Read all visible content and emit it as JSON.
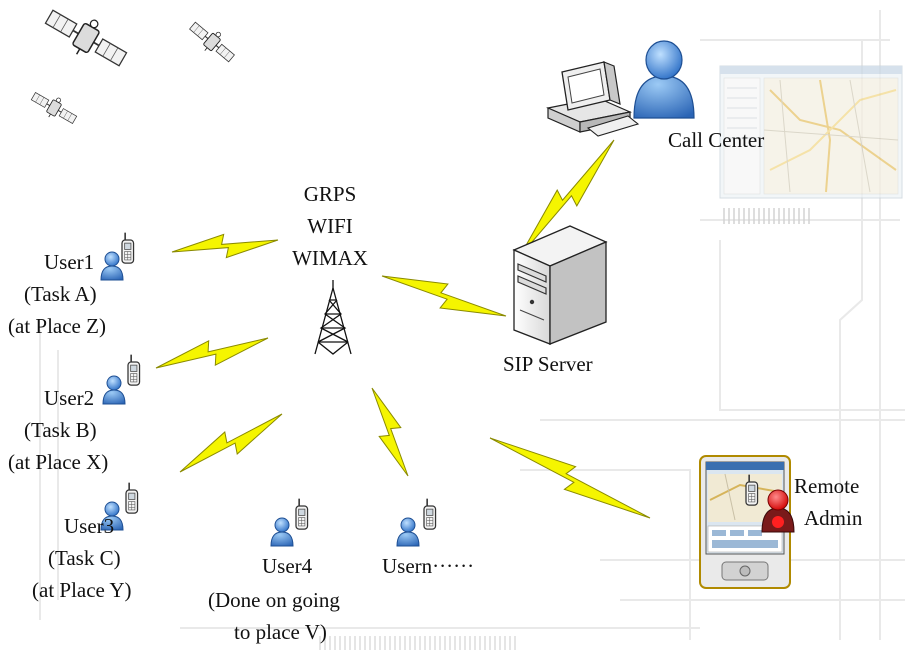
{
  "network": {
    "line1": "GRPS",
    "line2": "WIFI",
    "line3": "WIMAX"
  },
  "call_center": {
    "label": "Call Center"
  },
  "sip_server": {
    "label": "SIP Server"
  },
  "remote_admin": {
    "line1": "Remote",
    "line2": "Admin"
  },
  "users": [
    {
      "name": "User1",
      "task": "(Task A)",
      "place": "(at Place Z)"
    },
    {
      "name": "User2",
      "task": "(Task B)",
      "place": "(at Place X)"
    },
    {
      "name": "User3",
      "task": "(Task C)",
      "place": "(at Place Y)"
    },
    {
      "name": "User4",
      "line2": "(Done on going",
      "line3": "to place V)"
    },
    {
      "name": "Usern······"
    }
  ],
  "colors": {
    "lightning": "#f5f500",
    "lightning_stroke": "#8a8a00",
    "person_blue": "#3f7fd0",
    "admin_red": "#e01616",
    "admin_body": "#7a1a1a",
    "background_lines": "#e9e9e9"
  }
}
